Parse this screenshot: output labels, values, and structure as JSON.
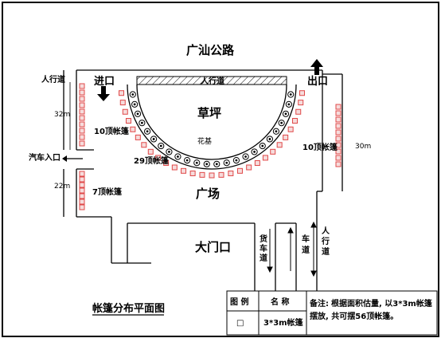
{
  "road_name": "广汕公路",
  "entrance_label": "进口",
  "exit_label": "出口",
  "sidewalk_top_left": "人行道",
  "sidewalk_arc": "人行道",
  "lawn_label": "草坪",
  "flowerbed_label": "花基",
  "plaza_label": "广场",
  "gate_label": "大门口",
  "car_entrance_label": "汽车入口",
  "freight_lane_label": "货车道",
  "car_lane_label": "车道",
  "sidewalk_right_label": "人行道",
  "left_upper": {
    "length": "32m",
    "count": "10顶帐篷"
  },
  "left_lower": {
    "length": "22m",
    "count": "7顶帐篷"
  },
  "right": {
    "length": "30m",
    "count": "10顶帐篷"
  },
  "arc_count": "29顶帐篷",
  "plan_title": "帐篷分布平面图",
  "legend": {
    "col_icon_header": "图 例",
    "col_name_header": "名 称",
    "icon_symbol": "□",
    "name_value": "3*3m帐篷",
    "note_label": "备注:",
    "note_text_line1": "根据面积估量, 以3*3m帐篷",
    "note_text_line2": "摆放, 共可摆56顶帐篷。"
  },
  "colors": {
    "tent": "#e04848",
    "tent_fill": "#f6dcdc",
    "line": "#000000",
    "hatch": "#000000"
  }
}
